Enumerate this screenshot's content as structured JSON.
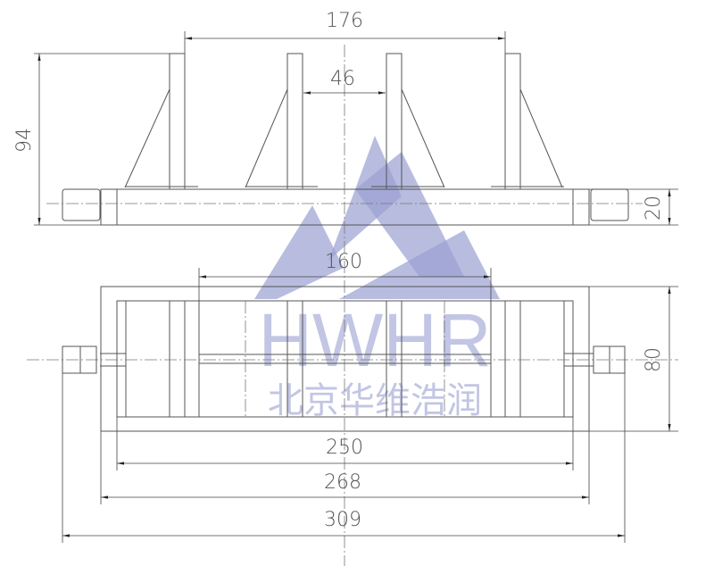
{
  "dimensions": {
    "top_width": "176",
    "inner_gap": "46",
    "height": "94",
    "base_thickness": "20",
    "plan_inner": "160",
    "plan_depth": "80",
    "frame_inner": "250",
    "frame_outer": "268",
    "overall": "309"
  },
  "watermark": {
    "brand": "HWHR",
    "company": "北京华维浩润"
  },
  "colors": {
    "lines": "#555555",
    "watermark": "#9a9fd2"
  }
}
